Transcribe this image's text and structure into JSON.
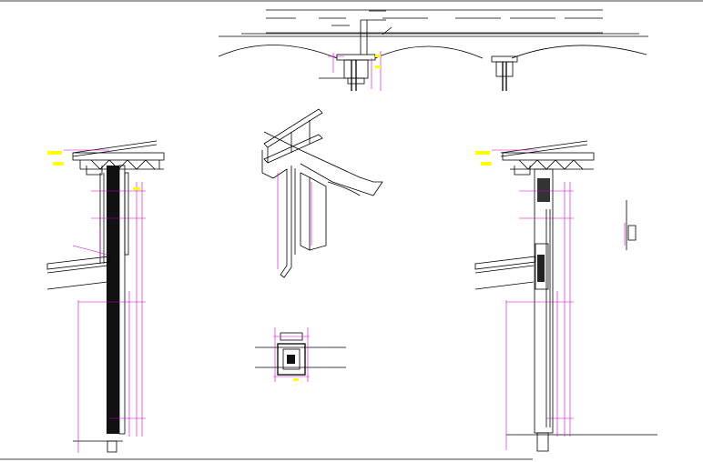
{
  "drawing": {
    "title": "",
    "colors": {
      "linework": "#000000",
      "dimension": "#d000d0",
      "highlight": "#ffff00",
      "background": "#ffffff"
    },
    "views": [
      {
        "id": "elevation-top",
        "labels": [
          "",
          "",
          "",
          ""
        ]
      },
      {
        "id": "section-left",
        "labels": [
          "",
          "",
          "",
          "",
          "",
          "",
          "",
          ""
        ]
      },
      {
        "id": "isometric-center",
        "labels": [
          "",
          "",
          "",
          ""
        ]
      },
      {
        "id": "detail-bottom",
        "labels": [
          "",
          "",
          "",
          "",
          ""
        ]
      },
      {
        "id": "section-right",
        "labels": [
          "",
          "",
          "",
          "",
          "",
          "",
          "",
          ""
        ]
      }
    ]
  }
}
